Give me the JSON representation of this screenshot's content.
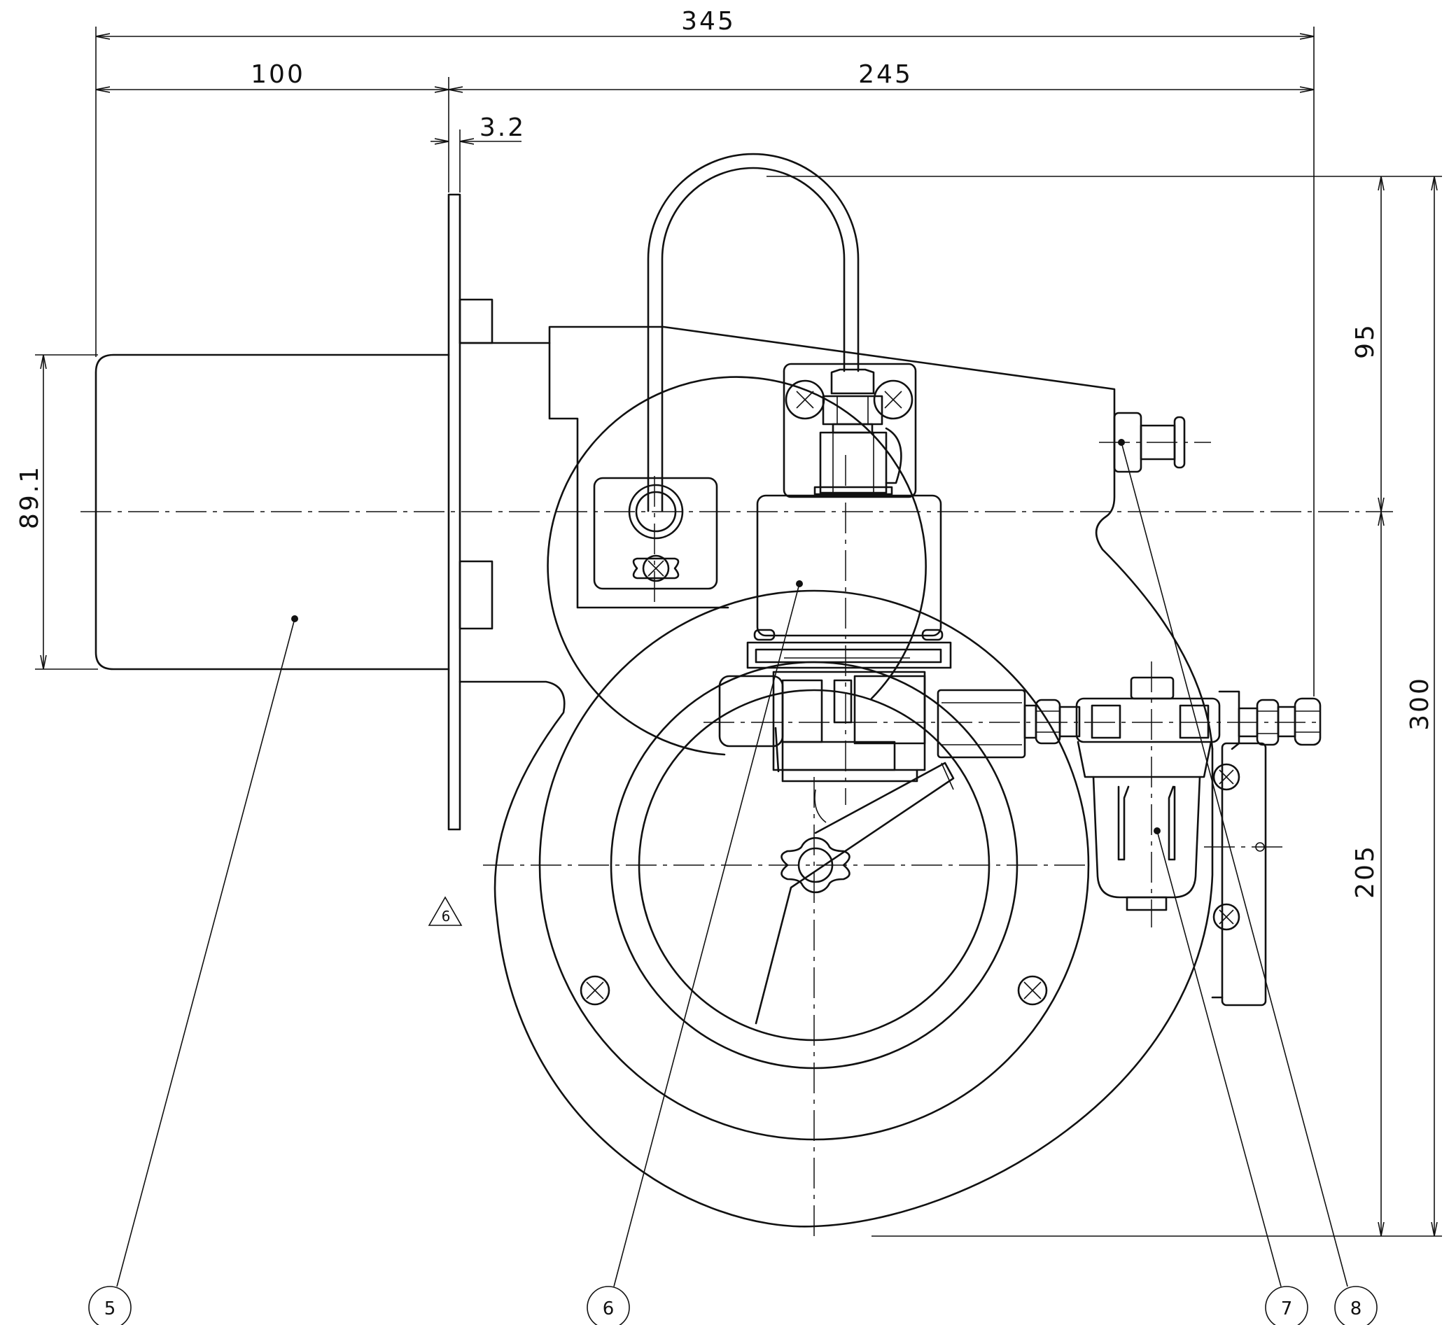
{
  "dimensions": {
    "overall_width": "345",
    "flange_to_back": "100",
    "flange_to_front": "245",
    "flange_thickness": "3.2",
    "height_above_center": "95",
    "height_below_center": "205",
    "overall_height": "300",
    "tube_diameter": "89.1"
  },
  "callouts": [
    {
      "number": "5"
    },
    {
      "number": "6"
    },
    {
      "number": "7"
    },
    {
      "number": "8"
    }
  ],
  "revision_mark": "6"
}
